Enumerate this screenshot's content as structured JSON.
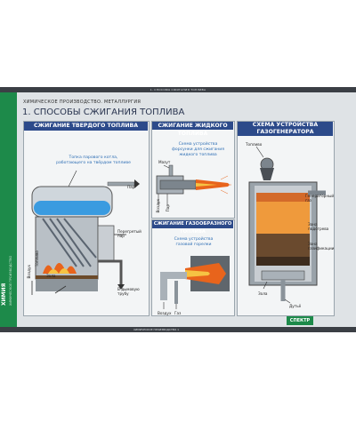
{
  "top_strip": "1. СПОСОБЫ СЖИГАНИЯ ТОПЛИВА",
  "side_tab": {
    "title": "ХИМИЯ",
    "subtitle": "ХИМИЧЕСКОЕ ПРОИЗВОДСТВО"
  },
  "subject": "ХИМИЧЕСКОЕ ПРОИЗВОДСТВО. МЕТАЛЛУРГИЯ",
  "main_title": "1. СПОСОБЫ СЖИГАНИЯ ТОПЛИВА",
  "solid": {
    "header": "СЖИГАНИЕ ТВЕРДОГО ТОПЛИВА",
    "caption_line1": "Топка парового котла,",
    "caption_line2": "работающего на твёрдом топливе",
    "labels": {
      "steam": "Пар",
      "superheated_line1": "Перегретый",
      "superheated_line2": "пар",
      "flue_line1": "В дымовую",
      "flue_line2": "трубу",
      "air": "Воздух",
      "fuel": "Топливо",
      "ash": "Зола"
    }
  },
  "liquid": {
    "header": "СЖИГАНИЕ ЖИДКОГО ТОПЛИВА",
    "caption_line1": "Схема устройства",
    "caption_line2": "форсунки для сжигания",
    "caption_line3": "жидкого топлива",
    "labels": {
      "fuel_oil": "Мазут",
      "air": "Воздух",
      "steam": "Пар"
    }
  },
  "gas": {
    "header": "СЖИГАНИЕ ГАЗООБРАЗНОГО ТОПЛИВА",
    "caption_line1": "Схема устройства",
    "caption_line2": "газовой горелки",
    "labels": {
      "air": "Воздух",
      "gas": "Газ"
    }
  },
  "generator": {
    "header_line1": "СХЕМА УСТРОЙСТВА",
    "header_line2": "ГАЗОГЕНЕРАТОРА",
    "labels": {
      "fuel": "Топливо",
      "gen_gas_line1": "Генераторный",
      "gen_gas_line2": "газ",
      "heating_line1": "Зона",
      "heating_line2": "подогрева",
      "gasification_line1": "Зона",
      "gasification_line2": "газификации",
      "ash": "Зола",
      "blast": "Дутьё"
    }
  },
  "bottom_strip": "ХИМИЧЕСКОЕ ПРОИЗВОДСТВО 1",
  "logo": "СПЕКТР",
  "colors": {
    "panel_header": "#2c4a8a",
    "side_tab": "#1d8a4a",
    "caption": "#2f6fb5",
    "flame": "#e8641c"
  }
}
